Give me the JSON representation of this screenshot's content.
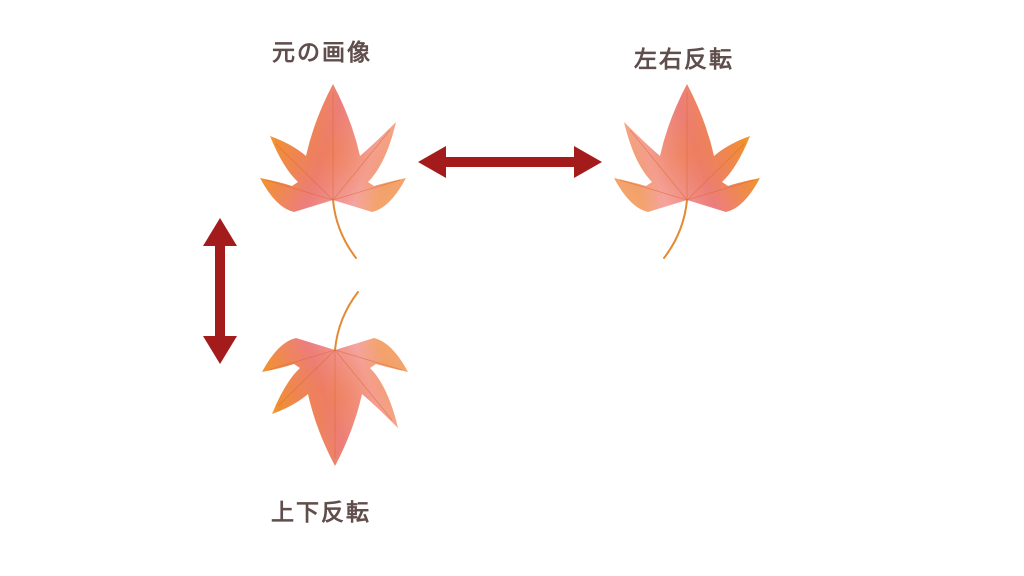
{
  "labels": {
    "original": "元の画像",
    "horizontal_flip": "左右反転",
    "vertical_flip": "上下反転"
  },
  "colors": {
    "label_text": "#5f4e4b",
    "arrow": "#a31b1b",
    "leaf_yellow": "#f7e24a",
    "leaf_orange": "#f1922f",
    "leaf_pink": "#ec7d86",
    "leaf_light_pink": "#f6aab0",
    "stem": "#e58a34"
  },
  "icons": {
    "leaf": "maple-leaf-icon",
    "arrow_horizontal": "double-headed-horizontal-arrow",
    "arrow_vertical": "double-headed-vertical-arrow"
  }
}
